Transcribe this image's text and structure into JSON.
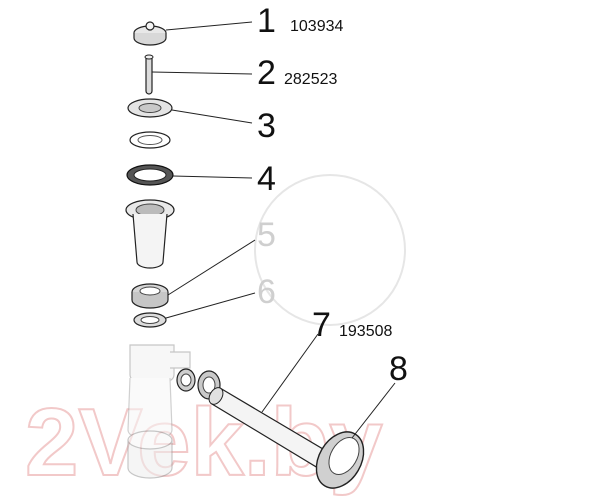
{
  "callouts": [
    {
      "number": "1",
      "code": "103934"
    },
    {
      "number": "2",
      "code": "282523"
    },
    {
      "number": "3",
      "code": ""
    },
    {
      "number": "4",
      "code": ""
    },
    {
      "number": "5",
      "code": ""
    },
    {
      "number": "6",
      "code": ""
    },
    {
      "number": "7",
      "code": "193508"
    },
    {
      "number": "8",
      "code": ""
    }
  ],
  "watermark": "2Vek.by",
  "colors": {
    "line": "#222222",
    "part": "#bdbdbd",
    "watermark": "#f2c9c9",
    "text": "#111111"
  }
}
